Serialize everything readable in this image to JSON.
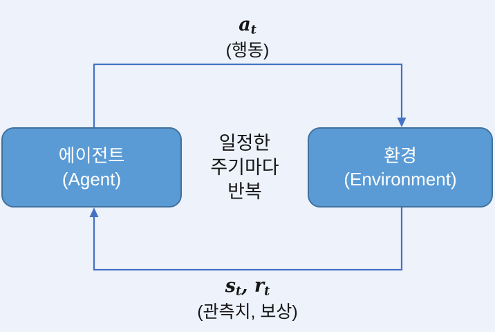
{
  "colors": {
    "background": "#edf2fb",
    "box_fill": "#5b9bd5",
    "box_border": "#41719c",
    "connector": "#4472c4",
    "text_dark": "#151515",
    "text_light": "#ffffff"
  },
  "diagram": {
    "agent_box": {
      "title": "에이전트",
      "subtitle": "(Agent)"
    },
    "environment_box": {
      "title": "환경",
      "subtitle": "(Environment)"
    },
    "action_label": {
      "symbol_base": "a",
      "symbol_sub": "t",
      "caption": "(행동)"
    },
    "feedback_label": {
      "state_base": "s",
      "state_sub": "t",
      "separator": ", ",
      "reward_base": "r",
      "reward_sub": "t",
      "caption": "(관측치, 보상)"
    },
    "center_note": {
      "lines": [
        "일정한",
        "주기마다",
        "반복"
      ]
    }
  }
}
